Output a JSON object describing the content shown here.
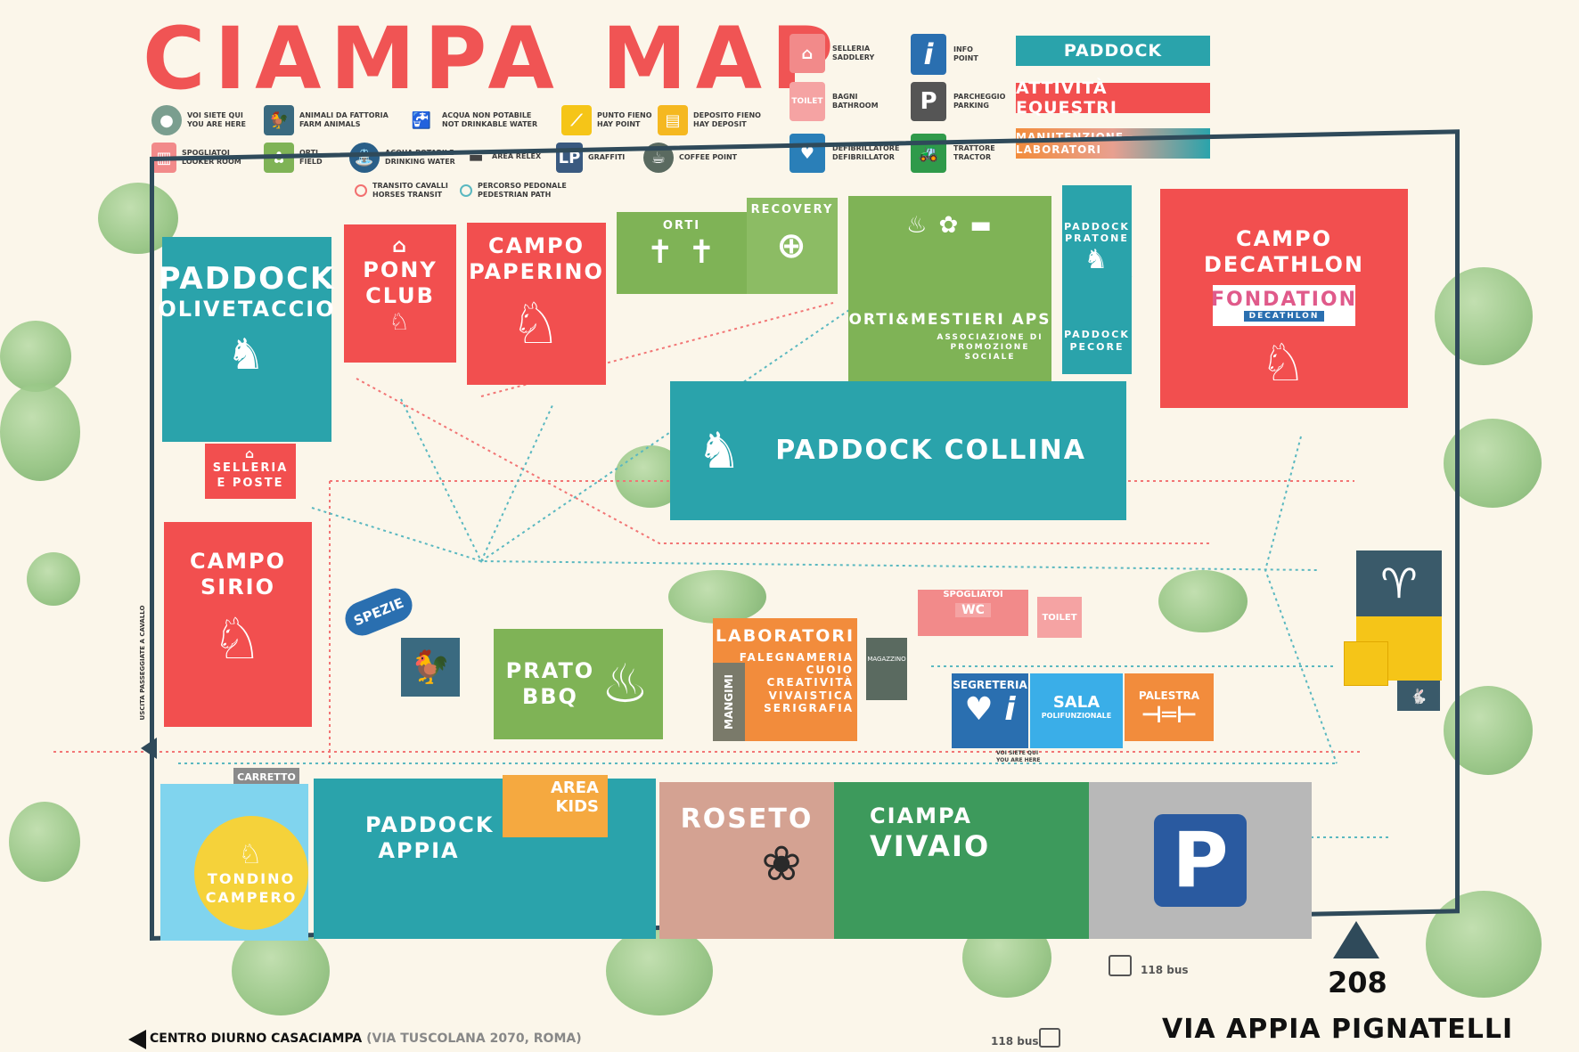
{
  "title": "CIAMPA MAP",
  "legend": {
    "items": [
      {
        "icon": "you-are-here-icon",
        "label": "VOI SIETE QUI\nYOU ARE HERE"
      },
      {
        "icon": "farm-animals-icon",
        "label": "ANIMALI DA FATTORIA\nFARM ANIMALS"
      },
      {
        "icon": "non-drinkable-water-icon",
        "label": "ACQUA NON POTABILE\nNOT DRINKABLE WATER"
      },
      {
        "icon": "hay-point-icon",
        "label": "PUNTO FIENO\nHAY POINT"
      },
      {
        "icon": "hay-deposit-icon",
        "label": "DEPOSITO FIENO\nHAY DEPOSIT"
      },
      {
        "icon": "locker-room-icon",
        "label": "SPOGLIATOI\nLOOKER ROOM"
      },
      {
        "icon": "field-icon",
        "label": "ORTI\nFIELD"
      },
      {
        "icon": "drinking-water-icon",
        "label": "ACQUA POTABILE\nDRINKING WATER"
      },
      {
        "icon": "bench-icon",
        "label": "AREA RELEX"
      },
      {
        "icon": "graffiti-icon",
        "label": "GRAFFITI"
      },
      {
        "icon": "coffee-icon",
        "label": "COFFEE POINT"
      },
      {
        "icon": "horse-transit-icon",
        "label": "TRANSITO CAVALLI\nHORSES TRANSIT"
      },
      {
        "icon": "pedestrian-path-icon",
        "label": "PERCORSO PEDONALE\nPEDESTRIAN PATH"
      }
    ],
    "services": [
      {
        "icon": "saddlery-icon",
        "label": "SELLERIA\nSADDLERY",
        "color": "#f28a8a"
      },
      {
        "icon": "toilet-icon",
        "label": "BAGNI\nBATHROOM",
        "color": "#f5a3a3",
        "glyph": "TOILET"
      },
      {
        "icon": "defibrillator-icon",
        "label": "DEFIBRILLATORE\nDEFIBRILLATOR",
        "color": "#2a7fb8"
      },
      {
        "icon": "info-icon",
        "label": "INFO\nPOINT",
        "color": "#2a6fb0",
        "glyph": "i"
      },
      {
        "icon": "parking-icon",
        "label": "PARCHEGGIO\nPARKING",
        "color": "#555555",
        "glyph": "P"
      },
      {
        "icon": "tractor-icon",
        "label": "TRATTORE\nTRACTOR",
        "color": "#2f9a4a"
      }
    ],
    "categories": [
      {
        "label": "PADDOCK",
        "color": "#2aa3ab"
      },
      {
        "label": "ATTIVITÀ EQUESTRI",
        "color": "#f24f4f"
      },
      {
        "label": "MANUTENZIONE-LABORATORI",
        "color": "#f28c3c"
      }
    ]
  },
  "zones": {
    "paddock_olivetaccio": [
      "PADDOCK",
      "OLIVETACCIO"
    ],
    "pony_club": [
      "PONY",
      "CLUB"
    ],
    "campo_paperino": [
      "CAMPO",
      "PAPERINO"
    ],
    "orti": "ORTI",
    "recovery": "RECOVERY",
    "orti_mestieri": "ORTI&MESTIERI APS",
    "orti_mestieri_sub": "ASSOCIAZIONE DI PROMOZIONE SOCIALE",
    "paddock_pratone": [
      "PADDOCK",
      "PRATONE"
    ],
    "paddock_pecore": [
      "PADDOCK",
      "PECORE"
    ],
    "campo_decathlon": [
      "CAMPO",
      "DECATHLON"
    ],
    "fondation": "FONDATION",
    "decathlon": "DECATHLON",
    "paddock_collina": "PADDOCK COLLINA",
    "selleria_poste": [
      "SELLERIA",
      "E POSTE"
    ],
    "campo_sirio": [
      "CAMPO",
      "SIRIO"
    ],
    "spezie": "SPEZIE",
    "prato_bbq": [
      "PRATO",
      "BBQ"
    ],
    "laboratori": "LABORATORI",
    "laboratori_list": [
      "FALEGNAMERIA",
      "CUOIO",
      "CREATIVITÀ",
      "VIVAISTICA",
      "SERIGRAFIA"
    ],
    "mangimi": "MANGIMI",
    "magazzino": "MAGAZZINO",
    "spogliatoi": "SPOGLIATOI",
    "wc": "WC",
    "toilet": "TOILET",
    "segreteria": "SEGRETERIA",
    "voi_siete_qui": "VOI SIETE QUI\nYOU ARE HERE",
    "sala": "SALA",
    "sala_sub": "POLIFUNZIONALE",
    "palestra": "PALESTRA",
    "carretto": "CARRETTO",
    "tondino": [
      "TONDINO",
      "CAMPERO"
    ],
    "paddock_appia": [
      "PADDOCK",
      "APPIA"
    ],
    "area_kids": [
      "AREA",
      "KIDS"
    ],
    "roseto": "ROSETO",
    "ciampa_vivaio": [
      "CIAMPA",
      "VIVAIO"
    ],
    "parking": "P"
  },
  "labels": {
    "uscita": "USCITA PASSEGGIATE A CAVALLO",
    "bus1": "118 bus",
    "bus2": "118 bus",
    "number": "208",
    "street": "VIA APPIA PIGNATELLI",
    "centro": "CENTRO DIURNO CASACIAMPA",
    "centro_addr": "(VIA TUSCOLANA 2070, ROMA)"
  },
  "colors": {
    "red": "#f24f4f",
    "teal": "#2aa3ab",
    "green": "#7fb356",
    "orange": "#f28c3c",
    "border": "#2f4a5a",
    "background": "#fbf6ea"
  }
}
